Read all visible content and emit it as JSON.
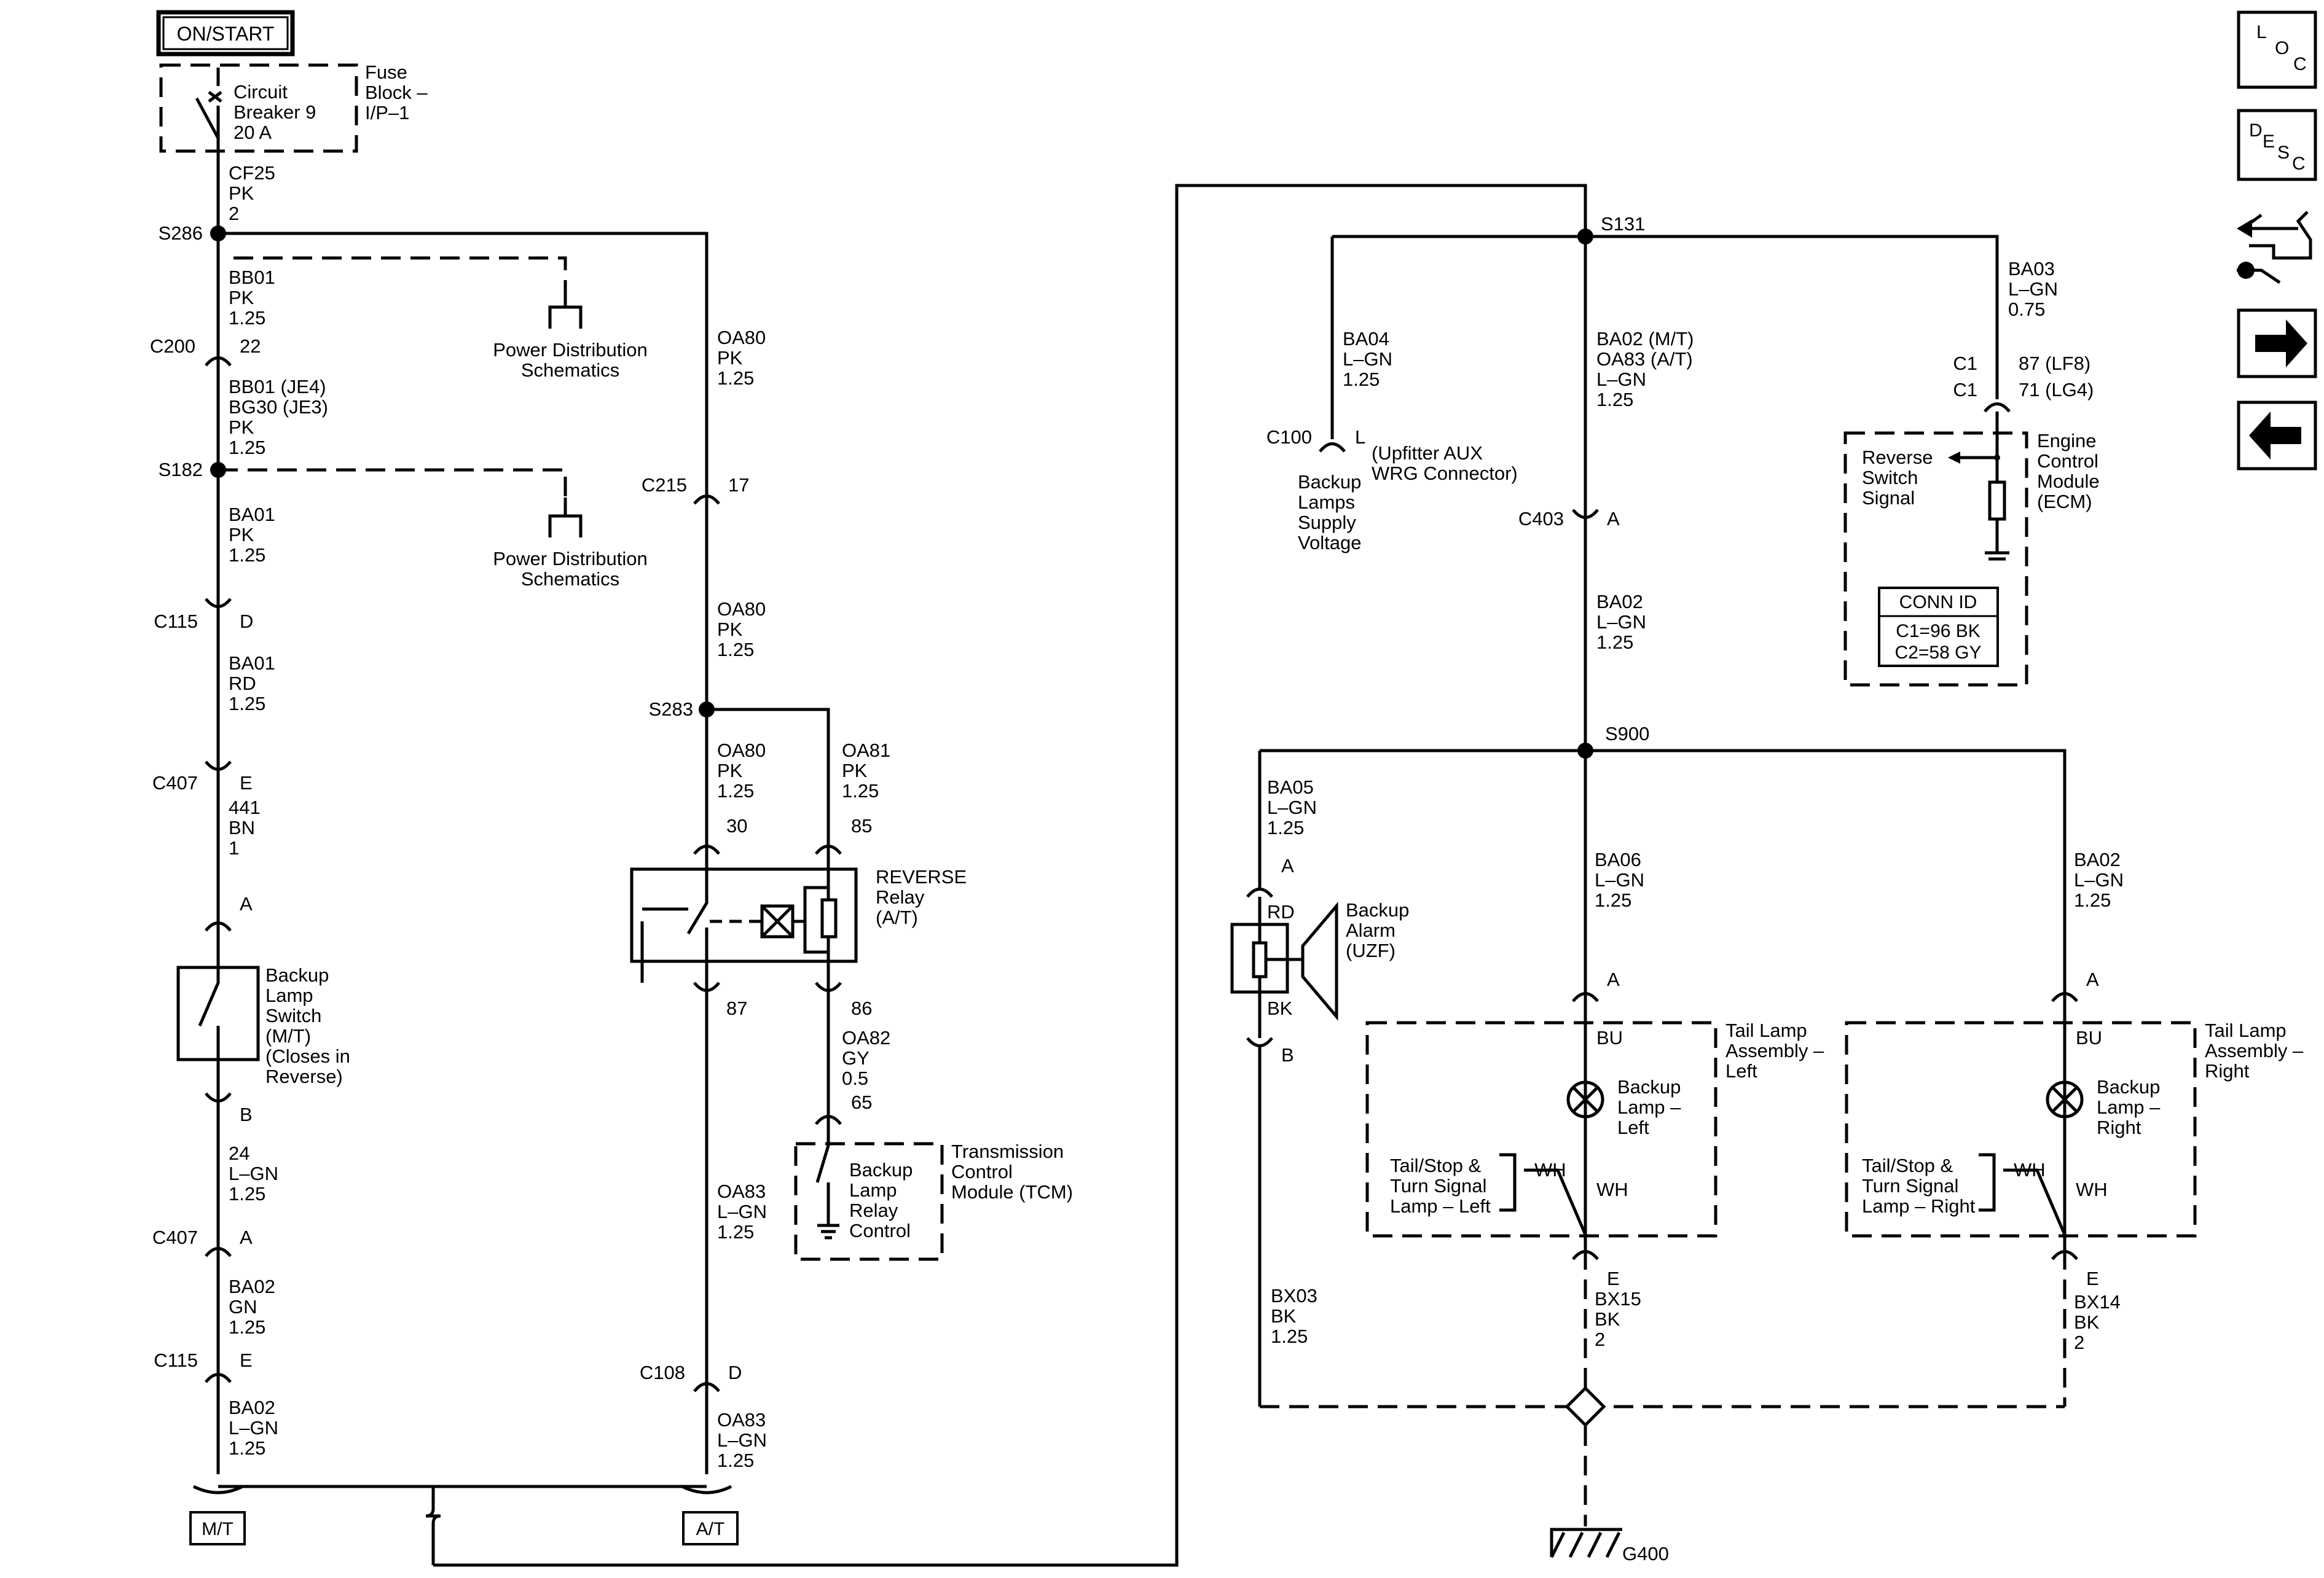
{
  "header": {
    "power_state": "ON/START"
  },
  "fuse_block": {
    "title": [
      "Fuse",
      "Block –",
      "I/P–1"
    ],
    "breaker": [
      "Circuit",
      "Breaker 9",
      "20 A"
    ]
  },
  "left_column": {
    "w_cf25": [
      "CF25",
      "PK",
      "2"
    ],
    "s286": "S286",
    "w_bb01": [
      "BB01",
      "PK",
      "1.25"
    ],
    "pds1": [
      "Power Distribution",
      "Schematics"
    ],
    "c200": "C200",
    "c200_pin": "22",
    "w_bb01_bg30": [
      "BB01 (JE4)",
      "BG30 (JE3)",
      "PK",
      "1.25"
    ],
    "s182": "S182",
    "pds2": [
      "Power Distribution",
      "Schematics"
    ],
    "w_ba01_pk": [
      "BA01",
      "PK",
      "1.25"
    ],
    "c115": "C115",
    "c115_pin_d": "D",
    "w_ba01_rd": [
      "BA01",
      "RD",
      "1.25"
    ],
    "c407": "C407",
    "c407_pin_e": "E",
    "w_441": [
      "441",
      "BN",
      "1"
    ],
    "pin_a": "A",
    "switch_label": [
      "Backup",
      "Lamp",
      "Switch",
      "(M/T)",
      "(Closes in",
      "Reverse)"
    ],
    "pin_b": "B",
    "w_24": [
      "24",
      "L–GN",
      "1.25"
    ],
    "c407b": "C407",
    "c407b_pin": "A",
    "w_ba02_gn": [
      "BA02",
      "GN",
      "1.25"
    ],
    "c115b": "C115",
    "c115b_pin": "E",
    "w_ba02_lgn": [
      "BA02",
      "L–GN",
      "1.25"
    ],
    "mt_label": "M/T"
  },
  "middle_column": {
    "w_oa80_1": [
      "OA80",
      "PK",
      "1.25"
    ],
    "c215": "C215",
    "c215_pin": "17",
    "w_oa80_2": [
      "OA80",
      "PK",
      "1.25"
    ],
    "s283": "S283",
    "w_oa80_3": [
      "OA80",
      "PK",
      "1.25"
    ],
    "w_oa81": [
      "OA81",
      "PK",
      "1.25"
    ],
    "pin_30": "30",
    "pin_85": "85",
    "relay_label": [
      "REVERSE",
      "Relay",
      "(A/T)"
    ],
    "pin_87": "87",
    "pin_86": "86",
    "w_oa82": [
      "OA82",
      "GY",
      "0.5"
    ],
    "pin_65": "65",
    "tcm_inner": [
      "Backup",
      "Lamp",
      "Relay",
      "Control"
    ],
    "tcm_label": [
      "Transmission",
      "Control",
      "Module (TCM)"
    ],
    "w_oa83_1": [
      "OA83",
      "L–GN",
      "1.25"
    ],
    "c108": "C108",
    "c108_pin": "D",
    "w_oa83_2": [
      "OA83",
      "L–GN",
      "1.25"
    ],
    "at_label": "A/T"
  },
  "right_section": {
    "s131": "S131",
    "w_ba04": [
      "BA04",
      "L–GN",
      "1.25"
    ],
    "c100": "C100",
    "c100_pin": "L",
    "c100_desc": [
      "(Upfitter AUX",
      "WRG Connector)"
    ],
    "supply": [
      "Backup",
      "Lamps",
      "Supply",
      "Voltage"
    ],
    "w_ba02_main": [
      "BA02 (M/T)",
      "OA83 (A/T)",
      "L–GN",
      "1.25"
    ],
    "c403": "C403",
    "c403_pin": "A",
    "w_ba02_s900": [
      "BA02",
      "L–GN",
      "1.25"
    ],
    "w_ba03": [
      "BA03",
      "L–GN",
      "0.75"
    ],
    "ecm_c1a": "C1",
    "ecm_c1b": "C1",
    "ecm_pin_a": "87 (LF8)",
    "ecm_pin_b": "71 (LG4)",
    "ecm_label": [
      "Engine",
      "Control",
      "Module",
      "(ECM)"
    ],
    "reverse_signal": [
      "Reverse",
      "Switch",
      "Signal"
    ],
    "conn_id": {
      "title": "CONN ID",
      "rows": [
        "C1=96 BK",
        "C2=58 GY"
      ]
    },
    "s900": "S900",
    "w_ba05": [
      "BA05",
      "L–GN",
      "1.25"
    ],
    "alarm_pin_a": "A",
    "rd": "RD",
    "alarm_label": [
      "Backup",
      "Alarm",
      "(UZF)"
    ],
    "bk": "BK",
    "alarm_pin_b": "B",
    "w_bx03": [
      "BX03",
      "BK",
      "1.25"
    ],
    "w_ba06": [
      "BA06",
      "L–GN",
      "1.25"
    ],
    "left_pin_a": "A",
    "left_bu": "BU",
    "left_lamp": [
      "Backup",
      "Lamp –",
      "Left"
    ],
    "left_tail": [
      "Tail/Stop &",
      "Turn Signal",
      "Lamp – Left"
    ],
    "left_wh1": "WH",
    "left_wh2": "WH",
    "left_assembly": [
      "Tail Lamp",
      "Assembly –",
      "Left"
    ],
    "left_pin_e": "E",
    "w_bx15": [
      "BX15",
      "BK",
      "2"
    ],
    "w_ba02_r": [
      "BA02",
      "L–GN",
      "1.25"
    ],
    "right_pin_a": "A",
    "right_bu": "BU",
    "right_lamp": [
      "Backup",
      "Lamp –",
      "Right"
    ],
    "right_tail": [
      "Tail/Stop &",
      "Turn Signal",
      "Lamp – Right"
    ],
    "right_wh1": "WH",
    "right_wh2": "WH",
    "right_assembly": [
      "Tail Lamp",
      "Assembly –",
      "Right"
    ],
    "right_pin_e": "E",
    "w_bx14": [
      "BX14",
      "BK",
      "2"
    ],
    "ground": "G400"
  },
  "nav_icons": {
    "loc": [
      "L",
      "O",
      "C"
    ],
    "desc": [
      "D",
      "E",
      "S",
      "C"
    ],
    "icons": [
      "connector-repair-icon",
      "arrow-right-icon",
      "arrow-left-icon"
    ]
  }
}
